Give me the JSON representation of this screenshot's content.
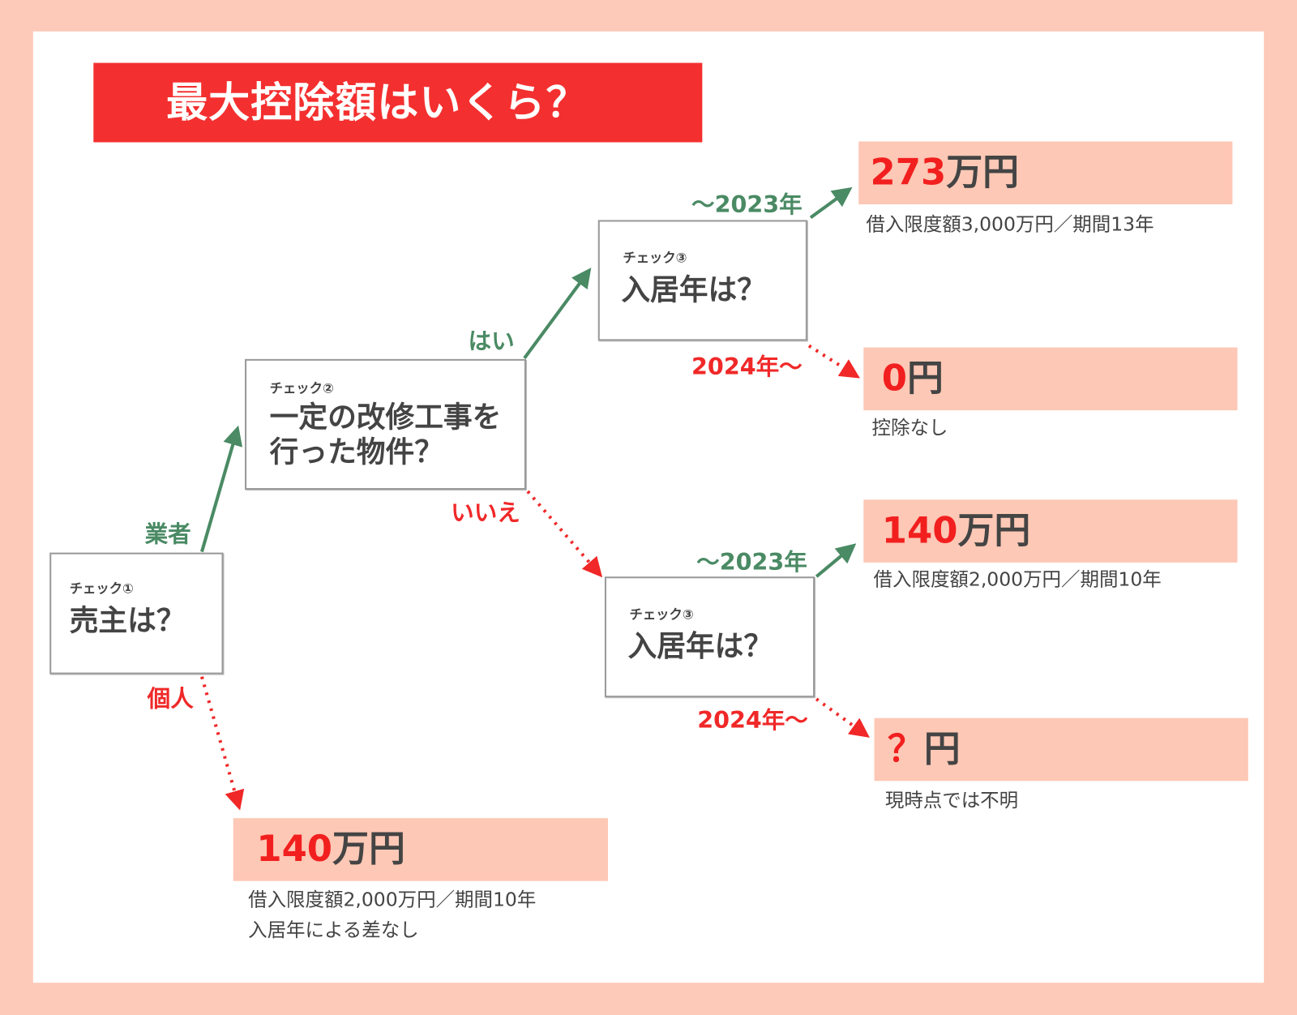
{
  "title": "最大控除額はいくら？",
  "colors": {
    "accent_red": "#f42f2f",
    "green": "#4a8a64",
    "salmon": "#fdc8b5"
  },
  "check1": {
    "tag": "チェック①",
    "question": "売主は？",
    "yes_label": "業者",
    "no_label": "個人"
  },
  "check2": {
    "tag": "チェック②",
    "question_line1": "一定の改修工事を",
    "question_line2": "行った物件？",
    "yes_label": "はい",
    "no_label": "いいえ"
  },
  "check3a": {
    "tag": "チェック③",
    "question": "入居年は？",
    "early_label": "～2023年",
    "late_label": "2024年～"
  },
  "check3b": {
    "tag": "チェック③",
    "question": "入居年は？",
    "early_label": "～2023年",
    "late_label": "2024年～"
  },
  "results": {
    "r273": {
      "amount": "273",
      "unit": "万円",
      "note": "借入限度額3,000万円／期間13年"
    },
    "r0": {
      "amount": "0",
      "unit": "円",
      "note": "控除なし"
    },
    "r140b": {
      "amount": "140",
      "unit": "万円",
      "note": "借入限度額2,000万円／期間10年"
    },
    "rq": {
      "amount": "？",
      "unit": "円",
      "note": "現時点では不明"
    },
    "r140a": {
      "amount": "140",
      "unit": "万円",
      "note1": "借入限度額2,000万円／期間10年",
      "note2": "入居年による差なし"
    }
  }
}
